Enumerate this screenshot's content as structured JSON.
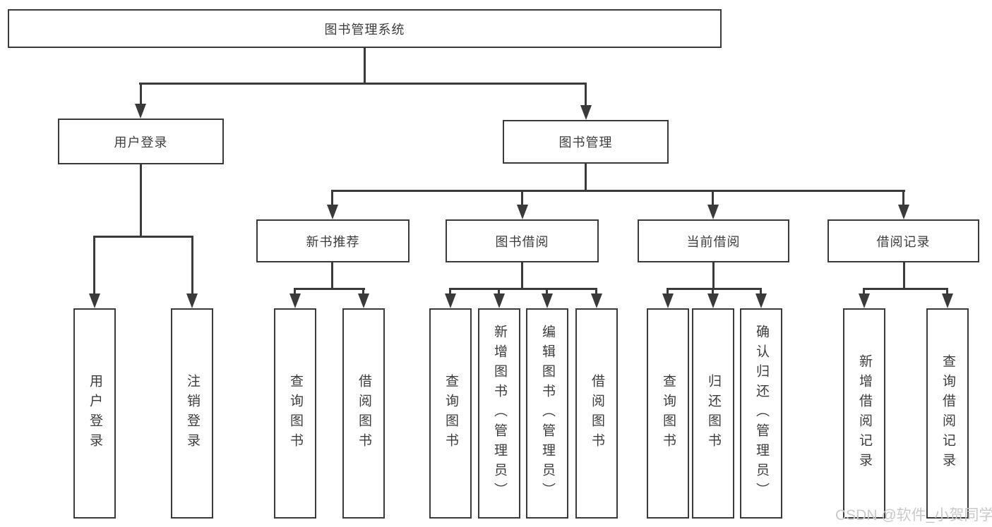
{
  "nodes": {
    "root": "图书管理系统",
    "level2": [
      "用户登录",
      "图书管理"
    ],
    "level3": [
      "新书推荐",
      "图书借阅",
      "当前借阅",
      "借阅记录"
    ],
    "leaves_login": [
      "用户登录",
      "注销登录"
    ],
    "leaves_recommend": [
      "查询图书",
      "借阅图书"
    ],
    "leaves_borrow": [
      "查询图书",
      "新增图书（管理员）",
      "编辑图书（管理员）",
      "借阅图书"
    ],
    "leaves_current": [
      "查询图书",
      "归还图书",
      "确认归还（管理员）"
    ],
    "leaves_records": [
      "新增借阅记录",
      "查询借阅记录"
    ]
  },
  "watermark": "CSDN @软件_小贺同学",
  "colors": {
    "line": "#3a3a3a",
    "text": "#3d3d3d",
    "watermark": "#c9c9c9",
    "bg": "#ffffff"
  }
}
